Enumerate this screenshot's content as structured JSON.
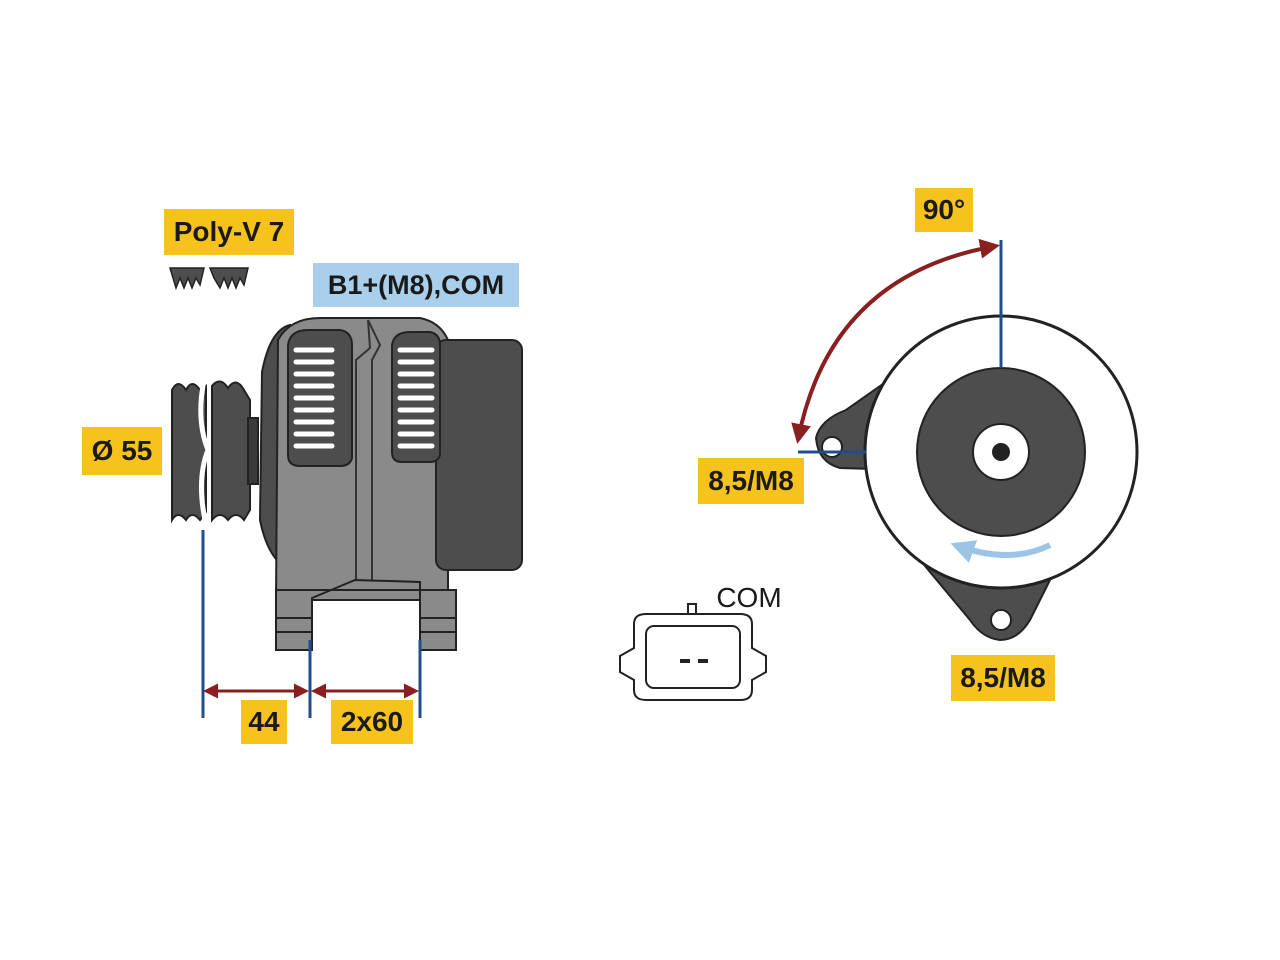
{
  "labels": {
    "belt": "Poly-V 7",
    "terminal": "B1+(M8),COM",
    "pulley_diameter": "Ø 55",
    "dim_pulley_to_mount": "44",
    "dim_mount_spacing": "2x60",
    "angle": "90°",
    "top_hole": "8,5/M8",
    "bottom_hole": "8,5/M8",
    "connector": "COM"
  },
  "colors": {
    "label_yellow": "#f6c21c",
    "label_blue": "#a9cfea",
    "body_gray": "#8a8a8a",
    "dark_gray": "#4d4d4d",
    "dimension_line": "#1f4e8c",
    "arrow_red": "#8a1f1f",
    "rotation_arrow": "#9cc4e4"
  }
}
